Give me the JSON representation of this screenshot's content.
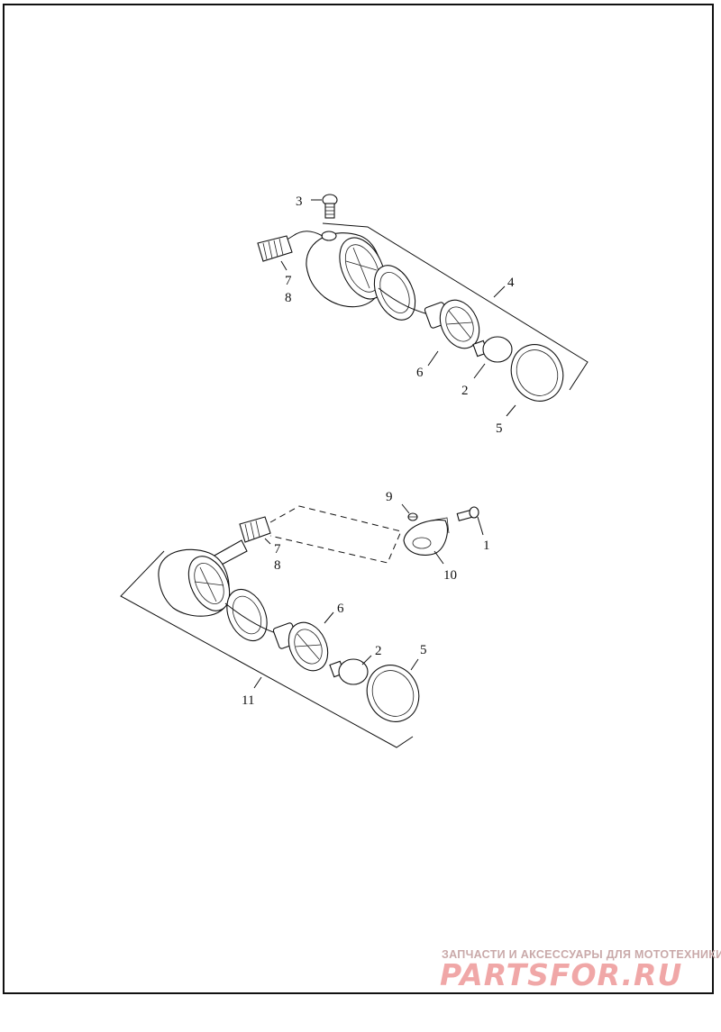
{
  "diagram": {
    "labels": {
      "upper": {
        "screw": "3",
        "assembly": "4",
        "connector_a": "7",
        "connector_b": "8",
        "bulb_socket": "6",
        "bulb": "2",
        "lens": "5"
      },
      "lower": {
        "screw_small": "9",
        "screw": "1",
        "bracket": "10",
        "connector_a": "7",
        "connector_b": "8",
        "bulb_socket": "6",
        "bulb": "2",
        "lens": "5",
        "assembly": "11"
      }
    }
  },
  "watermark": {
    "tagline": "ЗАПЧАСТИ И АКСЕССУАРЫ ДЛЯ МОТОТЕХНИКИ",
    "logo": "PARTSFOR.RU",
    "color": "#e58a8a"
  },
  "colors": {
    "line": "#111111",
    "background": "#ffffff"
  }
}
